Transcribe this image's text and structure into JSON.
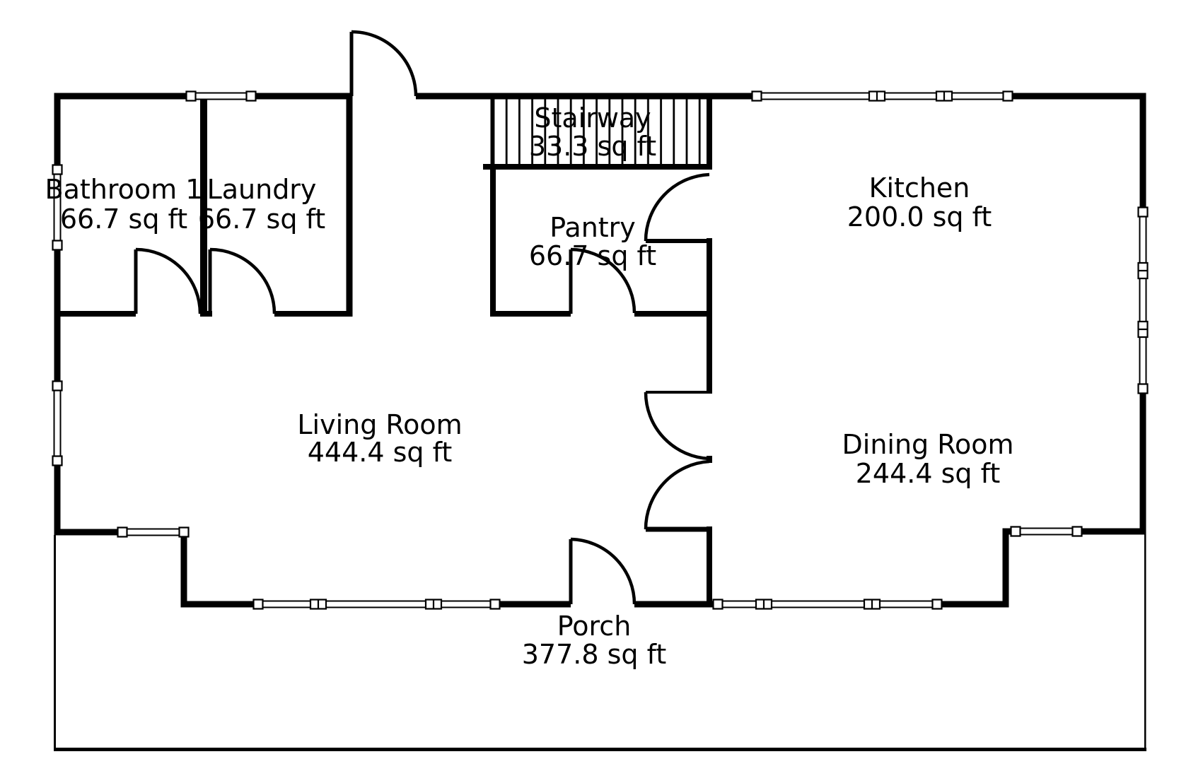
{
  "plan": {
    "type": "single-floor residential floor plan",
    "colors": {
      "wall": "#000000",
      "background": "#ffffff"
    },
    "rooms": [
      {
        "name": "Bathroom 1",
        "area": "66.7 sq ft"
      },
      {
        "name": "Laundry",
        "area": "66.7 sq ft"
      },
      {
        "name": "Stairway",
        "area": "33.3 sq ft"
      },
      {
        "name": "Pantry",
        "area": "66.7 sq ft"
      },
      {
        "name": "Kitchen",
        "area": "200.0 sq ft"
      },
      {
        "name": "Living Room",
        "area": "444.4 sq ft"
      },
      {
        "name": "Dining Room",
        "area": "244.4 sq ft"
      },
      {
        "name": "Porch",
        "area": "377.8 sq ft"
      }
    ]
  }
}
